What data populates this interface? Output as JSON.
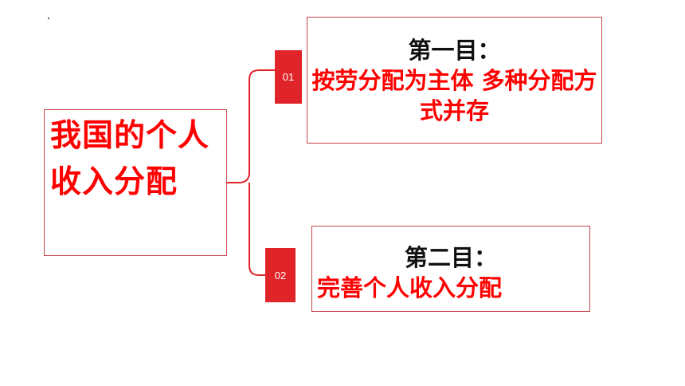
{
  "main": {
    "title": "我国的个人收入分配"
  },
  "branches": [
    {
      "tag": "01",
      "heading": "第一目：",
      "body": "按劳分配为主体  多种分配方式并存"
    },
    {
      "tag": "02",
      "heading": "第二目：",
      "body": "完善个人收入分配"
    }
  ],
  "colors": {
    "accent": "#e1232a",
    "text_red": "#ff0000",
    "border": "#c8434a"
  }
}
